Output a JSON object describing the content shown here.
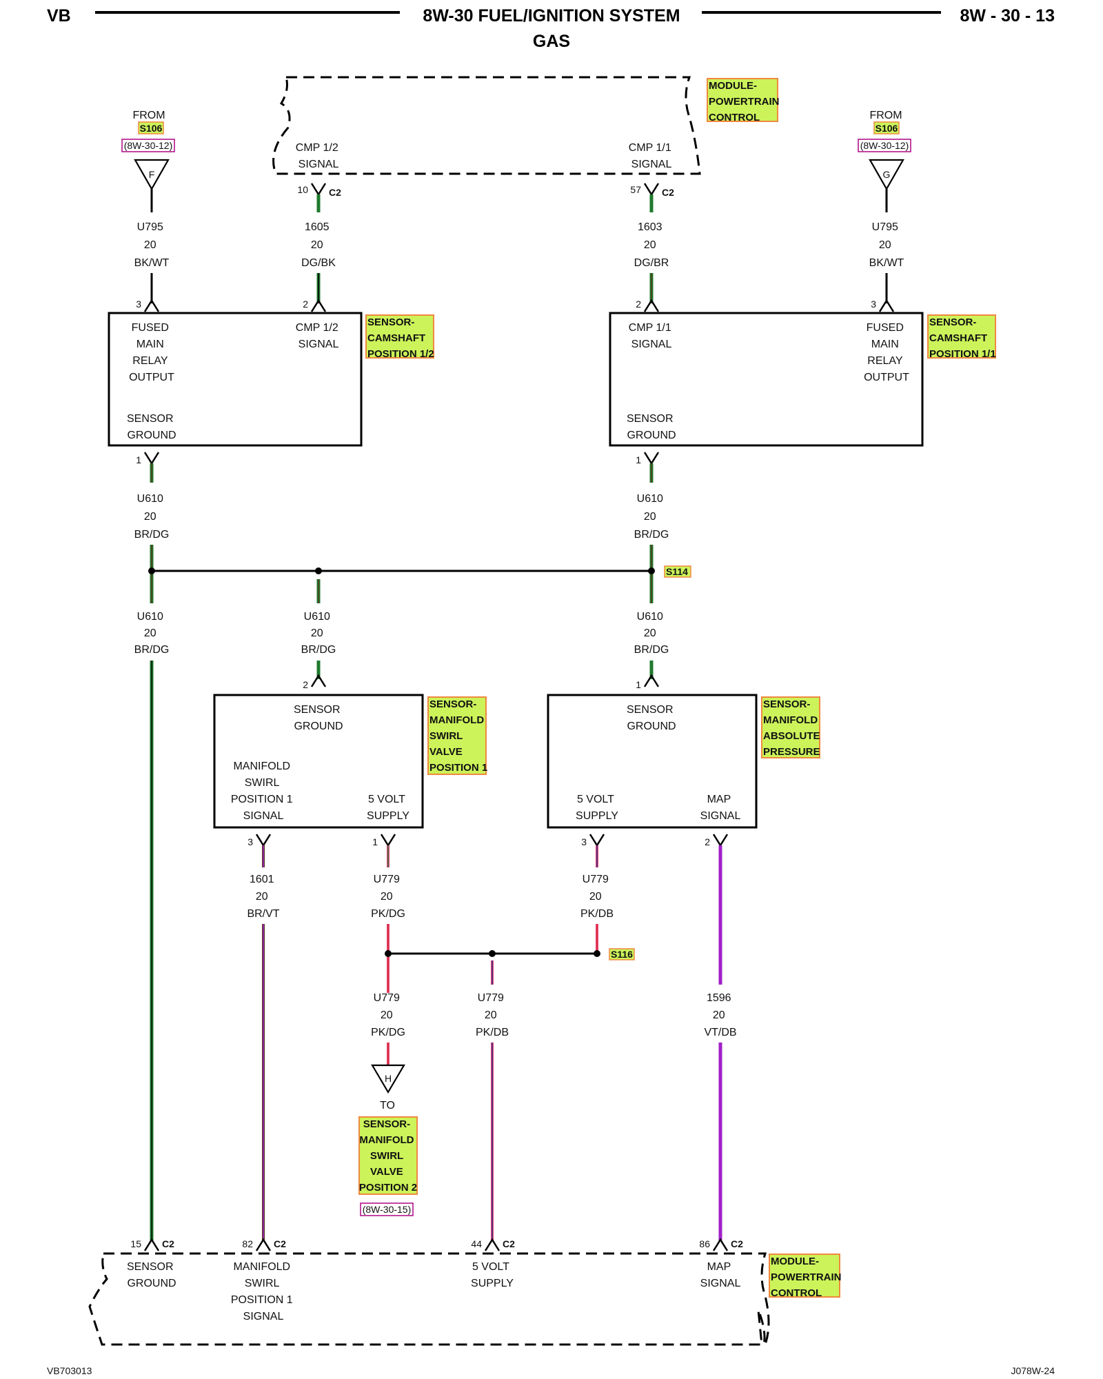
{
  "header": {
    "left": "VB",
    "title": "8W-30 FUEL/IGNITION SYSTEM",
    "subtitle": "GAS",
    "page": "8W - 30 - 13"
  },
  "footer": {
    "left": "VB703013",
    "right": "J078W-24"
  },
  "common": {
    "from": "FROM",
    "to": "TO",
    "splice_s106": "S106",
    "ref_8w3012": "(8W-30-12)",
    "ref_8w3015": "(8W-30-15)",
    "conn_c2": "C2",
    "gauge_20": "20",
    "flag_f": "F",
    "flag_g": "G",
    "flag_h": "H"
  },
  "splices": {
    "s114": "S114",
    "s116": "S116"
  },
  "modules": {
    "pcm_top": {
      "name": [
        "MODULE-",
        "POWERTRAIN",
        "CONTROL"
      ]
    },
    "pcm_bottom": {
      "name": [
        "MODULE-",
        "POWERTRAIN",
        "CONTROL"
      ]
    }
  },
  "pcm_top_pins": {
    "cmp12": {
      "label": [
        "CMP 1/2",
        "SIGNAL"
      ],
      "cavity": "10"
    },
    "cmp11": {
      "label": [
        "CMP 1/1",
        "SIGNAL"
      ],
      "cavity": "57"
    }
  },
  "pcm_bottom_pins": {
    "sensor_ground": {
      "label": [
        "SENSOR",
        "GROUND"
      ],
      "cavity": "15"
    },
    "msw_signal": {
      "label": [
        "MANIFOLD",
        "SWIRL",
        "POSITION 1",
        "SIGNAL"
      ],
      "cavity": "82"
    },
    "five_volt": {
      "label": [
        "5 VOLT",
        "SUPPLY"
      ],
      "cavity": "44"
    },
    "map_signal": {
      "label": [
        "MAP",
        "SIGNAL"
      ],
      "cavity": "86"
    }
  },
  "components": {
    "cmp12": {
      "name": [
        "SENSOR-",
        "CAMSHAFT",
        "POSITION 1/2"
      ],
      "pin_fused": {
        "label": [
          "FUSED",
          "MAIN",
          "RELAY",
          "OUTPUT"
        ],
        "cavity": "3"
      },
      "pin_signal": {
        "label": [
          "CMP 1/2",
          "SIGNAL"
        ],
        "cavity": "2"
      },
      "pin_ground": {
        "label": [
          "SENSOR",
          "GROUND"
        ],
        "cavity": "1"
      }
    },
    "cmp11": {
      "name": [
        "SENSOR-",
        "CAMSHAFT",
        "POSITION 1/1"
      ],
      "pin_signal": {
        "label": [
          "CMP 1/1",
          "SIGNAL"
        ],
        "cavity": "2"
      },
      "pin_fused": {
        "label": [
          "FUSED",
          "MAIN",
          "RELAY",
          "OUTPUT"
        ],
        "cavity": "3"
      },
      "pin_ground": {
        "label": [
          "SENSOR",
          "GROUND"
        ],
        "cavity": "1"
      }
    },
    "msv1": {
      "name": [
        "SENSOR-",
        "MANIFOLD",
        "SWIRL",
        "VALVE",
        "POSITION 1"
      ],
      "pin_ground": {
        "label": [
          "SENSOR",
          "GROUND"
        ],
        "cavity": "2"
      },
      "pin_signal": {
        "label": [
          "MANIFOLD",
          "SWIRL",
          "POSITION 1",
          "SIGNAL"
        ],
        "cavity": "3"
      },
      "pin_supply": {
        "label": [
          "5 VOLT",
          "SUPPLY"
        ],
        "cavity": "1"
      }
    },
    "map": {
      "name": [
        "SENSOR-",
        "MANIFOLD",
        "ABSOLUTE",
        "PRESSURE"
      ],
      "pin_ground": {
        "label": [
          "SENSOR",
          "GROUND"
        ],
        "cavity": "1"
      },
      "pin_supply": {
        "label": [
          "5 VOLT",
          "SUPPLY"
        ],
        "cavity": "3"
      },
      "pin_signal": {
        "label": [
          "MAP",
          "SIGNAL"
        ],
        "cavity": "2"
      }
    },
    "msv2_dest": {
      "name": [
        "SENSOR-",
        "MANIFOLD",
        "SWIRL",
        "VALVE",
        "POSITION 2"
      ]
    }
  },
  "wires": {
    "w_u795_left": {
      "circuit": "U795",
      "gauge": "20",
      "color": "BK/WT"
    },
    "w_1605": {
      "circuit": "1605",
      "gauge": "20",
      "color": "DG/BK"
    },
    "w_1603": {
      "circuit": "1603",
      "gauge": "20",
      "color": "DG/BR"
    },
    "w_u795_right": {
      "circuit": "U795",
      "gauge": "20",
      "color": "BK/WT"
    },
    "w_u610_a": {
      "circuit": "U610",
      "gauge": "20",
      "color": "BR/DG"
    },
    "w_u610_b": {
      "circuit": "U610",
      "gauge": "20",
      "color": "BR/DG"
    },
    "w_u610_c": {
      "circuit": "U610",
      "gauge": "20",
      "color": "BR/DG"
    },
    "w_u610_d": {
      "circuit": "U610",
      "gauge": "20",
      "color": "BR/DG"
    },
    "w_u610_e": {
      "circuit": "U610",
      "gauge": "20",
      "color": "BR/DG"
    },
    "w_1601": {
      "circuit": "1601",
      "gauge": "20",
      "color": "BR/VT"
    },
    "w_u779_a": {
      "circuit": "U779",
      "gauge": "20",
      "color": "PK/DG"
    },
    "w_u779_b": {
      "circuit": "U779",
      "gauge": "20",
      "color": "PK/DB"
    },
    "w_u779_c": {
      "circuit": "U779",
      "gauge": "20",
      "color": "PK/DG"
    },
    "w_u779_d": {
      "circuit": "U779",
      "gauge": "20",
      "color": "PK/DB"
    },
    "w_1596": {
      "circuit": "1596",
      "gauge": "20",
      "color": "VT/DB"
    }
  },
  "wire_colors": {
    "green": "#1f7a2e",
    "black": "#000000",
    "brown": "#5a3a1a",
    "pink": "#e8457a",
    "red": "#d42c2c",
    "violet": "#a020c8",
    "darkblue": "#2a2a80",
    "highlight": "#ccf35a",
    "highlight_border": "#f0883e",
    "ref_border": "#b4148a"
  }
}
